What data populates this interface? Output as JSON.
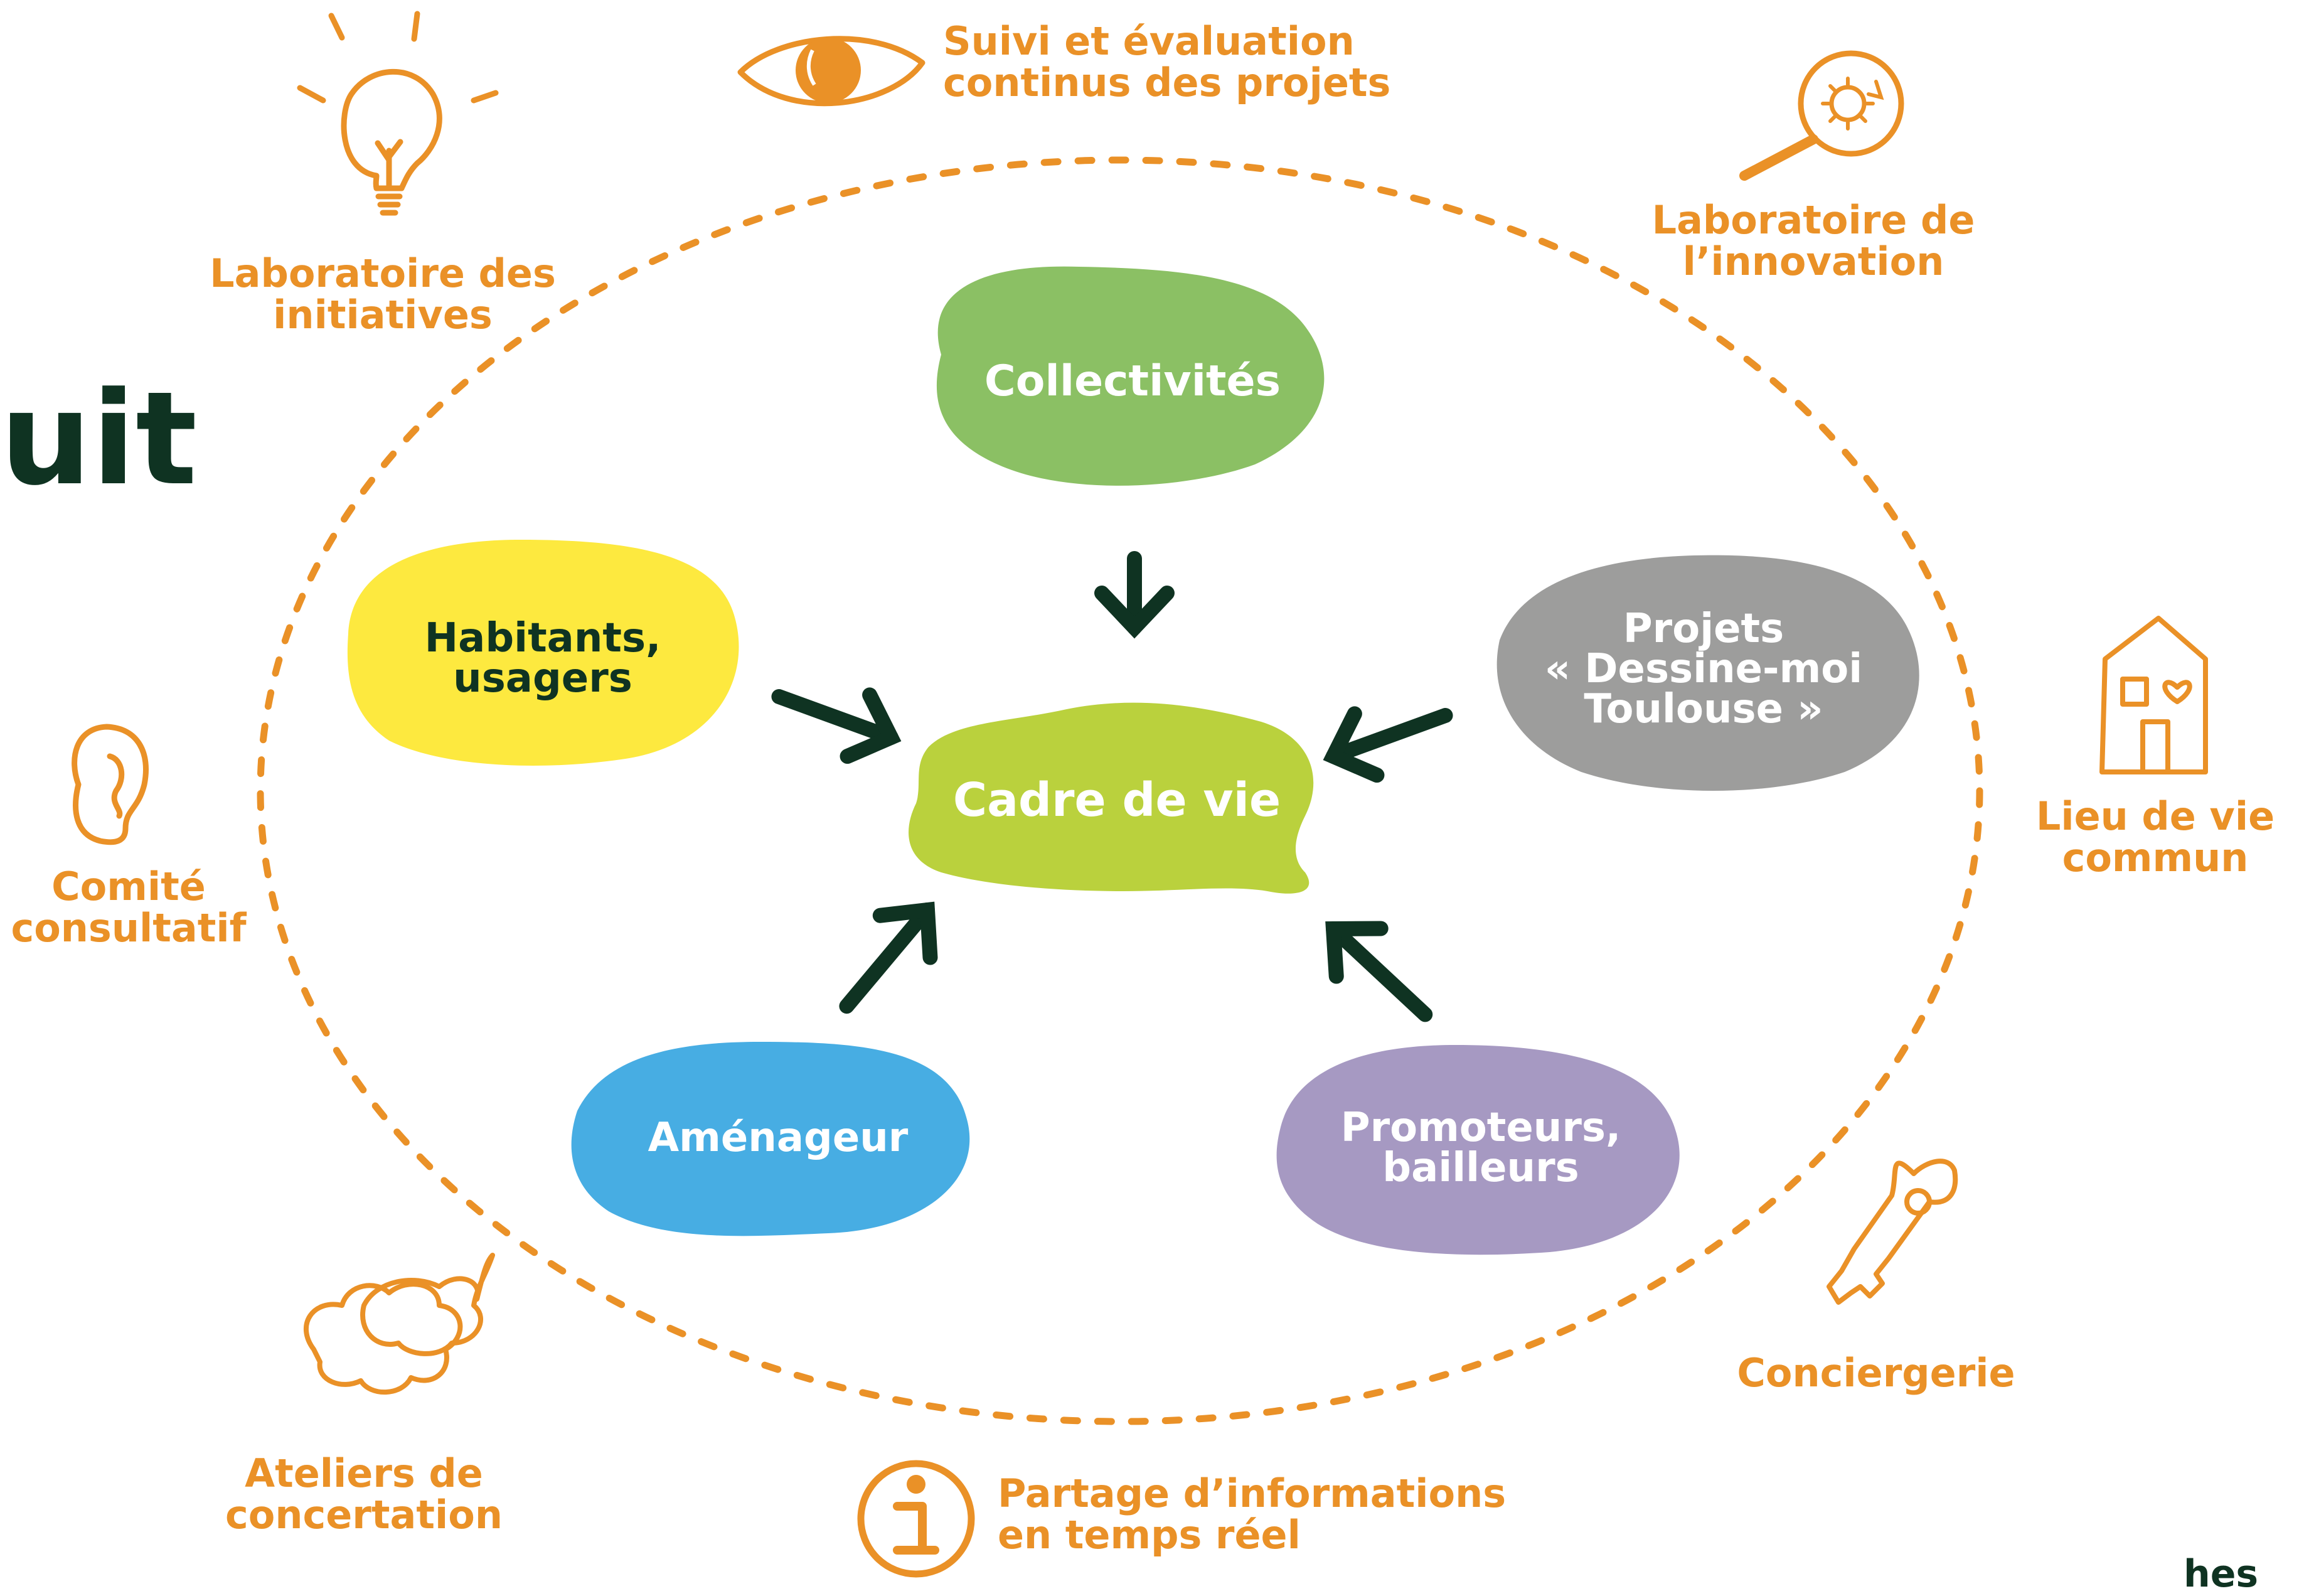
{
  "title_fragment": "uit",
  "center": {
    "label": "Cadre de vie",
    "color": "#bad13d"
  },
  "actors": [
    {
      "id": "collectivites",
      "lines": [
        "Collectivités"
      ],
      "color": "#8bc064",
      "text_color": "#ffffff"
    },
    {
      "id": "habitants",
      "lines": [
        "Habitants,",
        "usagers"
      ],
      "color": "#fde93f",
      "text_color": "#0f3322"
    },
    {
      "id": "projets",
      "lines": [
        "Projets",
        "« Dessine-moi",
        "Toulouse »"
      ],
      "color": "#9d9d9c",
      "text_color": "#ffffff"
    },
    {
      "id": "amenageur",
      "lines": [
        "Aménageur"
      ],
      "color": "#47ade3",
      "text_color": "#ffffff"
    },
    {
      "id": "promoteurs",
      "lines": [
        "Promoteurs,",
        "bailleurs"
      ],
      "color": "#a699c2",
      "text_color": "#ffffff"
    }
  ],
  "services": {
    "laboratoire_initiatives": {
      "lines": [
        "Laboratoire des",
        "initiatives"
      ],
      "icon": "lightbulb-icon"
    },
    "suivi": {
      "lines": [
        "Suivi et évaluation",
        "continus des projets"
      ],
      "icon": "eye-icon"
    },
    "laboratoire_innovation": {
      "lines": [
        "Laboratoire de",
        "l’innovation"
      ],
      "icon": "magnifier-icon"
    },
    "lieu_de_vie": {
      "lines": [
        "Lieu de vie",
        "commun"
      ],
      "icon": "house-heart-icon"
    },
    "conciergerie": {
      "lines": [
        "Conciergerie"
      ],
      "icon": "key-icon"
    },
    "partage": {
      "lines": [
        "Partage d’informations",
        "en temps réel"
      ],
      "icon": "info-icon"
    },
    "ateliers": {
      "lines": [
        "Ateliers de",
        "concertation"
      ],
      "icon": "speech-bubbles-icon"
    },
    "comite": {
      "lines": [
        "Comité",
        "consultatif"
      ],
      "icon": "ear-icon"
    }
  },
  "brand_fragment": "hes",
  "colors": {
    "accent_orange": "#ea9127",
    "dark_green": "#0f3322"
  }
}
